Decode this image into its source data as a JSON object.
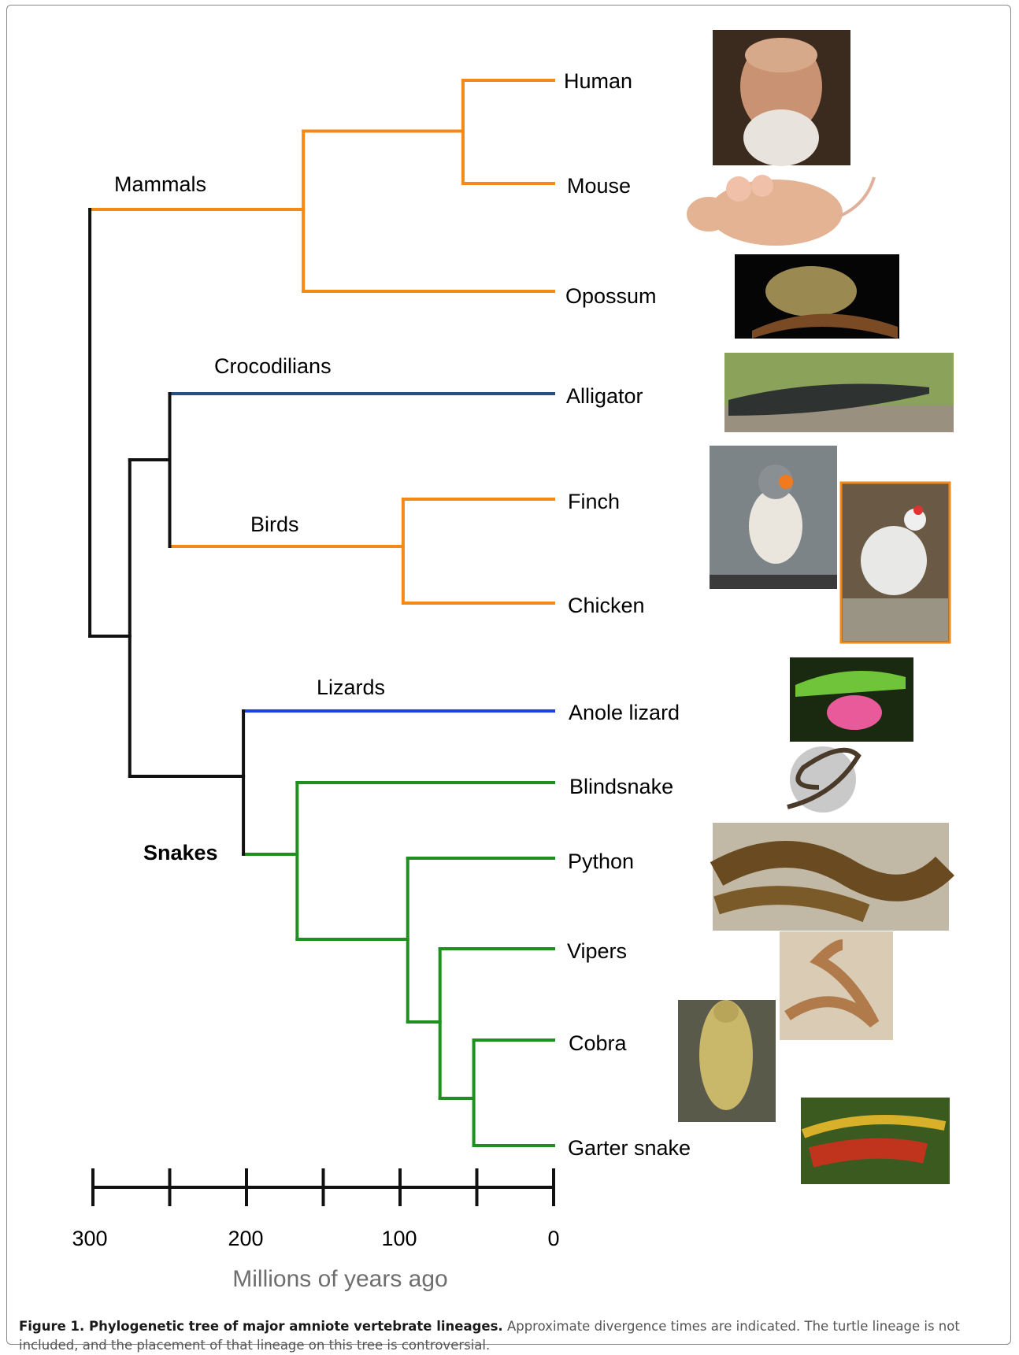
{
  "figure": {
    "caption_title": "Figure 1. Phylogenetic tree of major amniote vertebrate lineages.",
    "caption_text": "Approximate divergence times are indicated. The turtle lineage is not included, and the placement of that lineage on this tree is controversial."
  },
  "axis": {
    "label": "Millions of years ago",
    "ticks": [
      300,
      250,
      200,
      150,
      100,
      50,
      0
    ],
    "labeled_ticks": [
      "300",
      "200",
      "100",
      "0"
    ],
    "range": [
      300,
      0
    ]
  },
  "clades": {
    "mammals": "Mammals",
    "crocodilians": "Crocodilians",
    "birds": "Birds",
    "lizards": "Lizards",
    "snakes": "Snakes"
  },
  "taxa": [
    {
      "id": "human",
      "label": "Human",
      "clade": "mammals"
    },
    {
      "id": "mouse",
      "label": "Mouse",
      "clade": "mammals"
    },
    {
      "id": "opossum",
      "label": "Opossum",
      "clade": "mammals"
    },
    {
      "id": "alligator",
      "label": "Alligator",
      "clade": "crocodilians"
    },
    {
      "id": "finch",
      "label": "Finch",
      "clade": "birds"
    },
    {
      "id": "chicken",
      "label": "Chicken",
      "clade": "birds"
    },
    {
      "id": "anole",
      "label": "Anole lizard",
      "clade": "lizards"
    },
    {
      "id": "blindsnake",
      "label": "Blindsnake",
      "clade": "snakes"
    },
    {
      "id": "python",
      "label": "Python",
      "clade": "snakes"
    },
    {
      "id": "vipers",
      "label": "Vipers",
      "clade": "snakes"
    },
    {
      "id": "cobra",
      "label": "Cobra",
      "clade": "snakes"
    },
    {
      "id": "garter",
      "label": "Garter snake",
      "clade": "snakes"
    }
  ],
  "divergence_times_mya": {
    "root": 302,
    "reptiles_birds": 276,
    "archosaurs": 250,
    "mammals": 163,
    "human_mouse": 59,
    "birds": 98,
    "squamates": 202,
    "snakes": 167,
    "caenophidia": 95,
    "colubroidea": 74,
    "cobra_garter": 52
  },
  "colors": {
    "mammals": "#f28a1a",
    "birds": "#f28a1a",
    "crocodilians": "#2b4d86",
    "lizards": "#1f3fe0",
    "snakes": "#1f8f1f",
    "backbone": "#111111"
  },
  "icons": [
    "human-photo-icon",
    "mouse-photo-icon",
    "opossum-photo-icon",
    "alligator-photo-icon",
    "finch-photo-icon",
    "chicken-photo-icon",
    "anole-photo-icon",
    "blindsnake-photo-icon",
    "python-photo-icon",
    "viper-photo-icon",
    "cobra-photo-icon",
    "garter-snake-photo-icon"
  ]
}
